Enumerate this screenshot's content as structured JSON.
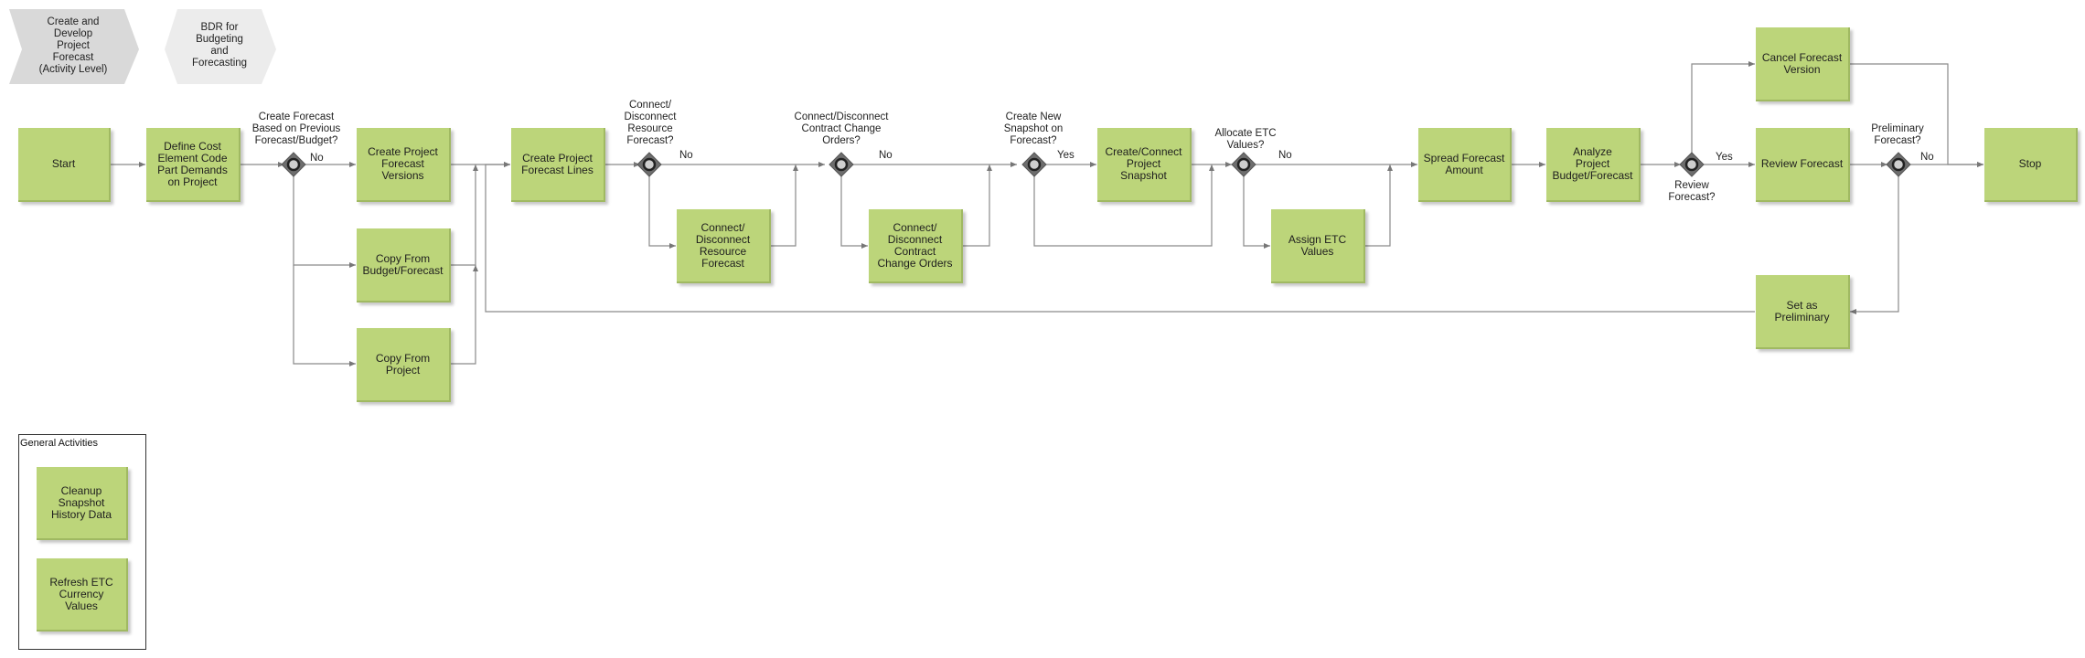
{
  "header_chevrons": [
    {
      "id": "c1",
      "text": "Create and\nDevelop\nProject\nForecast\n(Activity Level)"
    },
    {
      "id": "c2",
      "text": "BDR for\nBudgeting\nand\nForecasting"
    }
  ],
  "tasks": {
    "start": "Start",
    "define": "Define Cost\nElement Code\nPart Demands\non Project",
    "create_versions": "Create Project\nForecast\nVersions",
    "copy_budget": "Copy From\nBudget/Forecast",
    "copy_project": "Copy From\nProject",
    "create_lines": "Create Project\nForecast Lines",
    "connect_resource": "Connect/\nDisconnect\nResource\nForecast",
    "connect_change": "Connect/\nDisconnect\nContract\nChange Orders",
    "create_snapshot": "Create/Connect\nProject\nSnapshot",
    "assign_etc": "Assign ETC\nValues",
    "spread": "Spread Forecast\nAmount",
    "analyze": "Analyze\nProject\nBudget/Forecast",
    "cancel_version": "Cancel Forecast\nVersion",
    "review_forecast": "Review Forecast",
    "set_preliminary": "Set as\nPreliminary",
    "stop": "Stop",
    "cleanup": "Cleanup\nSnapshot\nHistory Data",
    "refresh_etc": "Refresh ETC\nCurrency\nValues"
  },
  "gateways": {
    "g1": "Create Forecast\nBased on Previous\nForecast/Budget?",
    "g2": "Connect/\nDisconnect\nResource\nForecast?",
    "g3": "Connect/Disconnect\nContract Change\nOrders?",
    "g4": "Create New\nSnapshot on\nForecast?",
    "g5": "Allocate ETC\nValues?",
    "g6": "Review\nForecast?",
    "g7": "Preliminary\nForecast?"
  },
  "edge_labels": {
    "g1_no": "No",
    "g2_no": "No",
    "g3_no": "No",
    "g4_yes": "Yes",
    "g5_no": "No",
    "g6_yes": "Yes",
    "g7_no": "No"
  },
  "legend": {
    "title": "General Activities"
  },
  "colors": {
    "task_fill": "#bcd57a",
    "gateway_fill": "#6e6e6e",
    "connector": "#777777",
    "chevron_1": "#d9d9d9",
    "chevron_2": "#ececec"
  }
}
